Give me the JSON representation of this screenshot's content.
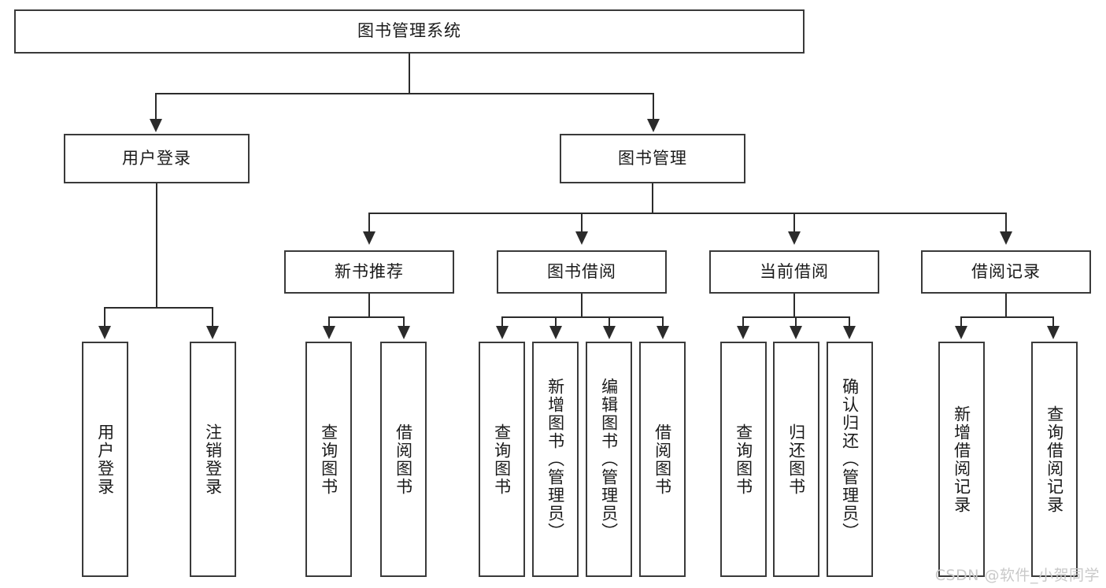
{
  "diagram": {
    "title": "图书管理系统",
    "type": "tree-hierarchy-diagram",
    "colors": {
      "box_border": "#3a3a3a",
      "connector": "#2b2b2b",
      "background": "#ffffff",
      "text": "#1a1a1a",
      "watermark": "#c9c9c9"
    },
    "root": {
      "label": "图书管理系统"
    },
    "level2": [
      {
        "label": "用户登录"
      },
      {
        "label": "图书管理"
      }
    ],
    "level3": [
      {
        "label": "新书推荐"
      },
      {
        "label": "图书借阅"
      },
      {
        "label": "当前借阅"
      },
      {
        "label": "借阅记录"
      }
    ],
    "leaves": {
      "user_login": [
        {
          "label": "用户登录"
        },
        {
          "label": "注销登录"
        }
      ],
      "new_book_recommend": [
        {
          "label": "查询图书"
        },
        {
          "label": "借阅图书"
        }
      ],
      "book_borrow": [
        {
          "label": "查询图书"
        },
        {
          "label": "新增图书（管理员）"
        },
        {
          "label": "编辑图书（管理员）"
        },
        {
          "label": "借阅图书"
        }
      ],
      "current_borrow": [
        {
          "label": "查询图书"
        },
        {
          "label": "归还图书"
        },
        {
          "label": "确认归还（管理员）"
        }
      ],
      "borrow_record": [
        {
          "label": "新增借阅记录"
        },
        {
          "label": "查询借阅记录"
        }
      ]
    }
  },
  "watermark": {
    "text": "CSDN @软件_小贺同学"
  }
}
